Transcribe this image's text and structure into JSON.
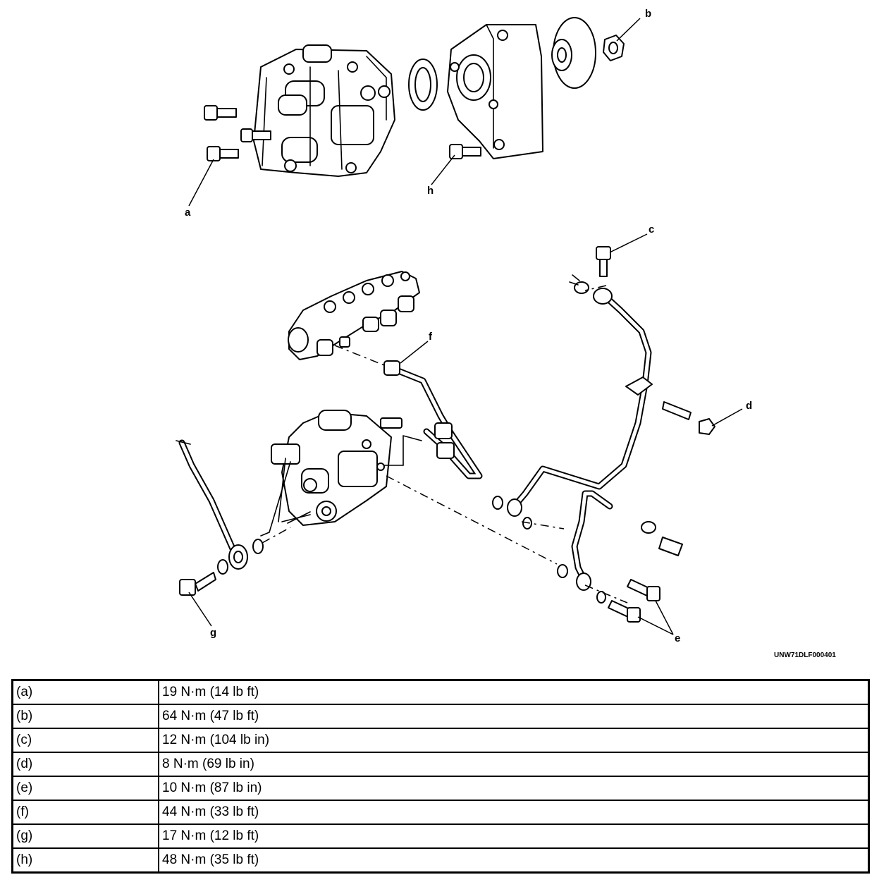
{
  "callouts": {
    "a": "a",
    "b": "b",
    "c": "c",
    "d": "d",
    "e": "e",
    "f": "f",
    "g": "g",
    "h": "h"
  },
  "figure_code": "UNW71DLF000401",
  "torque_table": [
    {
      "key": "(a)",
      "value": "19 N·m (14 lb ft)"
    },
    {
      "key": "(b)",
      "value": "64 N·m (47 lb ft)"
    },
    {
      "key": "(c)",
      "value": "12 N·m (104 lb in)"
    },
    {
      "key": "(d)",
      "value": "8 N·m (69 lb in)"
    },
    {
      "key": "(e)",
      "value": "10 N·m (87 lb in)"
    },
    {
      "key": "(f)",
      "value": "44 N·m (33 lb ft)"
    },
    {
      "key": "(g)",
      "value": "17 N·m (12 lb ft)"
    },
    {
      "key": "(h)",
      "value": "48 N·m (35 lb ft)"
    }
  ]
}
